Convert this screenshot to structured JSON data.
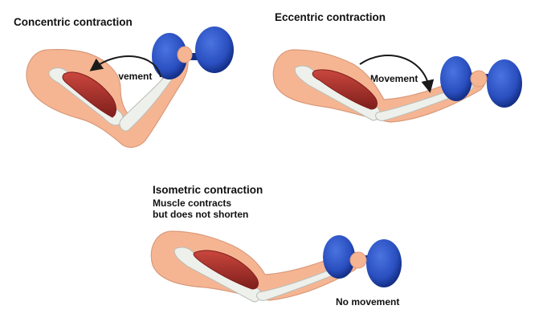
{
  "panels": {
    "concentric": {
      "title": "Concentric contraction",
      "movement_label": "Movement"
    },
    "eccentric": {
      "title": "Eccentric contraction",
      "movement_label": "Movement"
    },
    "isometric": {
      "title": "Isometric contraction",
      "subtitle_line1": "Muscle contracts",
      "subtitle_line2": "but does not shorten",
      "movement_label": "No movement"
    }
  },
  "colors": {
    "skin": "#f6b592",
    "skin_outline": "#d89a7c",
    "bone": "#eef0ec",
    "bone_outline": "#b9bdb6",
    "muscle": "#b53b34",
    "muscle_dark": "#7f1e1b",
    "dumbbell": "#2a4fc0",
    "dumbbell_dark": "#142f86"
  }
}
